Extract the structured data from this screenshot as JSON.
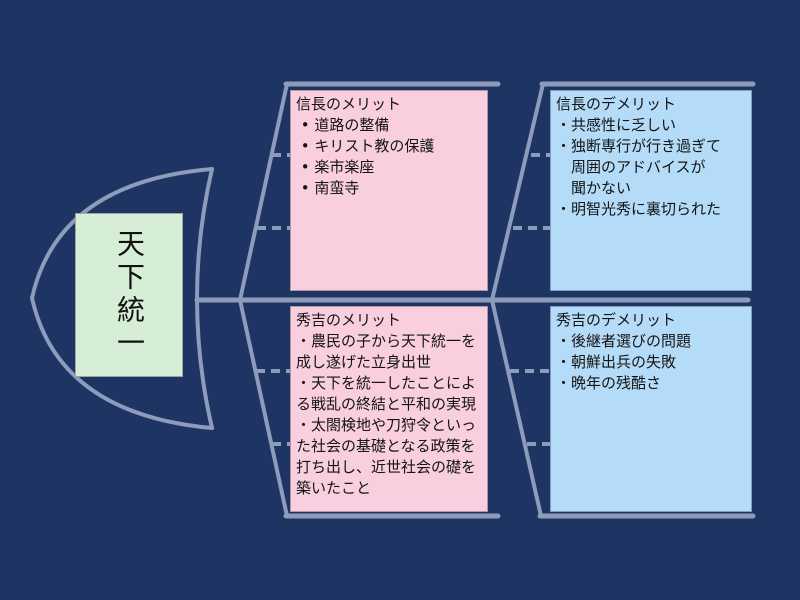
{
  "diagram_type": "fishbone",
  "colors": {
    "background": "#1e3462",
    "line": "#8d9cba",
    "merit_fill": "#f9cede",
    "demerit_fill": "#b4dbf8",
    "head_fill": "#d6edd6",
    "text": "#141414"
  },
  "head": {
    "label": "天下統一"
  },
  "branches": [
    {
      "id": "nobunaga-merits",
      "position": "top-left",
      "title": "信長のメリット",
      "lines": [
        " • 道路の整備",
        " • キリスト教の保護",
        " • 楽市楽座",
        " • 南蛮寺"
      ]
    },
    {
      "id": "nobunaga-demerits",
      "position": "top-right",
      "title": "信長のデメリット",
      "lines": [
        "・共感性に乏しい",
        "・独断専行が行き過ぎて",
        "　周囲のアドバイスが",
        "　聞かない",
        "・明智光秀に裏切られた"
      ]
    },
    {
      "id": "hideyoshi-merits",
      "position": "bottom-left",
      "title": "秀吉のメリット",
      "lines": [
        "・農民の子から天下統一を",
        "成し遂げた立身出世",
        "・天下を統一したことによ",
        "る戦乱の終結と平和の実現",
        "・太閤検地や刀狩令といっ",
        "た社会の基礎となる政策を",
        "打ち出し、近世社会の礎を",
        "築いたこと"
      ]
    },
    {
      "id": "hideyoshi-demerits",
      "position": "bottom-right",
      "title": "秀吉のデメリット",
      "lines": [
        "・後継者選びの問題",
        "・朝鮮出兵の失敗",
        "・晩年の残酷さ"
      ]
    }
  ]
}
